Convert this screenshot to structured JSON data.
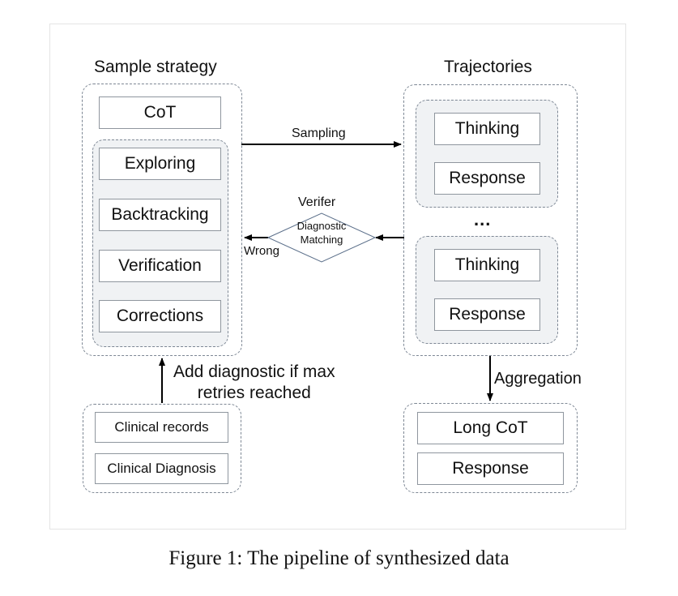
{
  "sample_strategy": {
    "title": "Sample strategy",
    "cot": "CoT",
    "actions": [
      "Exploring",
      "Backtracking",
      "Verification",
      "Corrections"
    ]
  },
  "trajectories": {
    "title": "Trajectories",
    "groups": [
      {
        "thinking": "Thinking",
        "response": "Response"
      },
      {
        "thinking": "Thinking",
        "response": "Response"
      }
    ],
    "ellipsis": "..."
  },
  "verifier": {
    "title": "Verifer",
    "diamond_line1": "Diagnostic",
    "diamond_line2": "Matching"
  },
  "inputs": {
    "records": "Clinical records",
    "diagnosis": "Clinical Diagnosis"
  },
  "output": {
    "long_cot": "Long CoT",
    "response": "Response"
  },
  "edges": {
    "sampling": "Sampling",
    "wrong": "Wrong",
    "aggregation": "Aggregation",
    "add_diag_line1": "Add diagnostic if max",
    "add_diag_line2": "retries reached"
  },
  "caption": "Figure 1: The pipeline of synthesized data",
  "colors": {
    "dash_border": "#7d8794",
    "inner_fill": "#f0f2f4",
    "box_border": "#8f969e",
    "arrow": "#000000"
  }
}
